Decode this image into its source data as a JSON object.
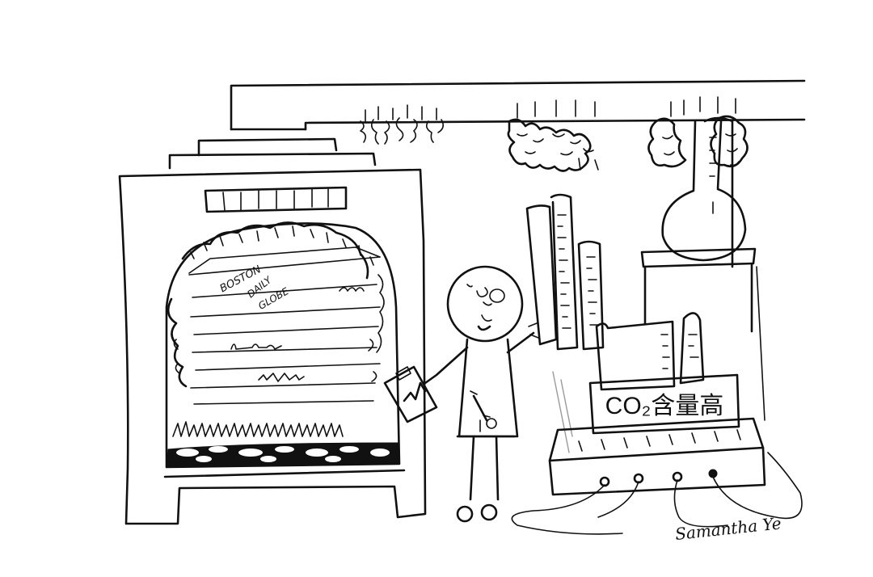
{
  "newspaper": {
    "line1": "BOSTON",
    "line2": "DAILY",
    "line3": "GLOBE"
  },
  "sign": {
    "text": "CO₂含量高"
  },
  "signature": {
    "text": "Samantha Ye"
  },
  "colors": {
    "ink": "#111111",
    "paper": "#ffffff",
    "shading": "#9a9a9a"
  }
}
